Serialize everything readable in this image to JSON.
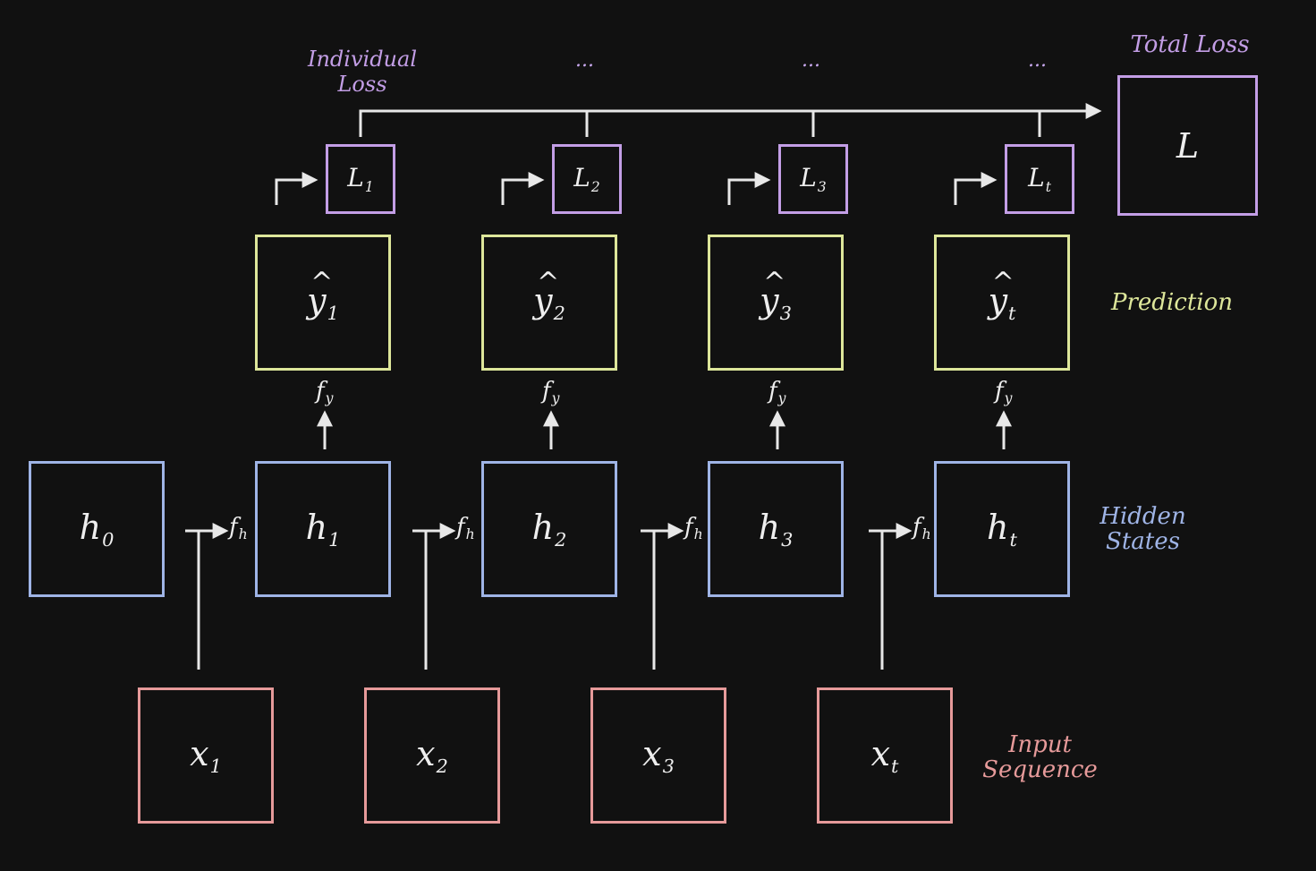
{
  "colors": {
    "background": "#111111",
    "loss": "#c39ee6",
    "prediction": "#dde69a",
    "hidden": "#9fb4e6",
    "input": "#e69a9a",
    "arrows": "#e8e8e8"
  },
  "labels": {
    "individual_loss_line1": "Individual",
    "individual_loss_line2": "Loss",
    "total_loss": "Total Loss",
    "prediction": "Prediction",
    "hidden_line1": "Hidden",
    "hidden_line2": "States",
    "input_line1": "Input",
    "input_line2": "Sequence",
    "ellipsis": "..."
  },
  "total_loss_box": {
    "symbol": "L"
  },
  "hidden_initial": {
    "base": "h",
    "sub": "0"
  },
  "steps": [
    {
      "loss": {
        "base": "L",
        "sub": "1"
      },
      "pred": {
        "base": "y",
        "sub": "1"
      },
      "hidden": {
        "base": "h",
        "sub": "1"
      },
      "input": {
        "base": "x",
        "sub": "1"
      },
      "fy": {
        "base": "f",
        "sub": "y"
      },
      "fh": {
        "base": "f",
        "sub": "h"
      }
    },
    {
      "loss": {
        "base": "L",
        "sub": "2"
      },
      "pred": {
        "base": "y",
        "sub": "2"
      },
      "hidden": {
        "base": "h",
        "sub": "2"
      },
      "input": {
        "base": "x",
        "sub": "2"
      },
      "fy": {
        "base": "f",
        "sub": "y"
      },
      "fh": {
        "base": "f",
        "sub": "h"
      }
    },
    {
      "loss": {
        "base": "L",
        "sub": "3"
      },
      "pred": {
        "base": "y",
        "sub": "3"
      },
      "hidden": {
        "base": "h",
        "sub": "3"
      },
      "input": {
        "base": "x",
        "sub": "3"
      },
      "fy": {
        "base": "f",
        "sub": "y"
      },
      "fh": {
        "base": "f",
        "sub": "h"
      }
    },
    {
      "loss": {
        "base": "L",
        "sub": "t"
      },
      "pred": {
        "base": "y",
        "sub": "t"
      },
      "hidden": {
        "base": "h",
        "sub": "t"
      },
      "input": {
        "base": "x",
        "sub": "t"
      },
      "fy": {
        "base": "f",
        "sub": "y"
      },
      "fh": {
        "base": "f",
        "sub": "h"
      }
    }
  ]
}
